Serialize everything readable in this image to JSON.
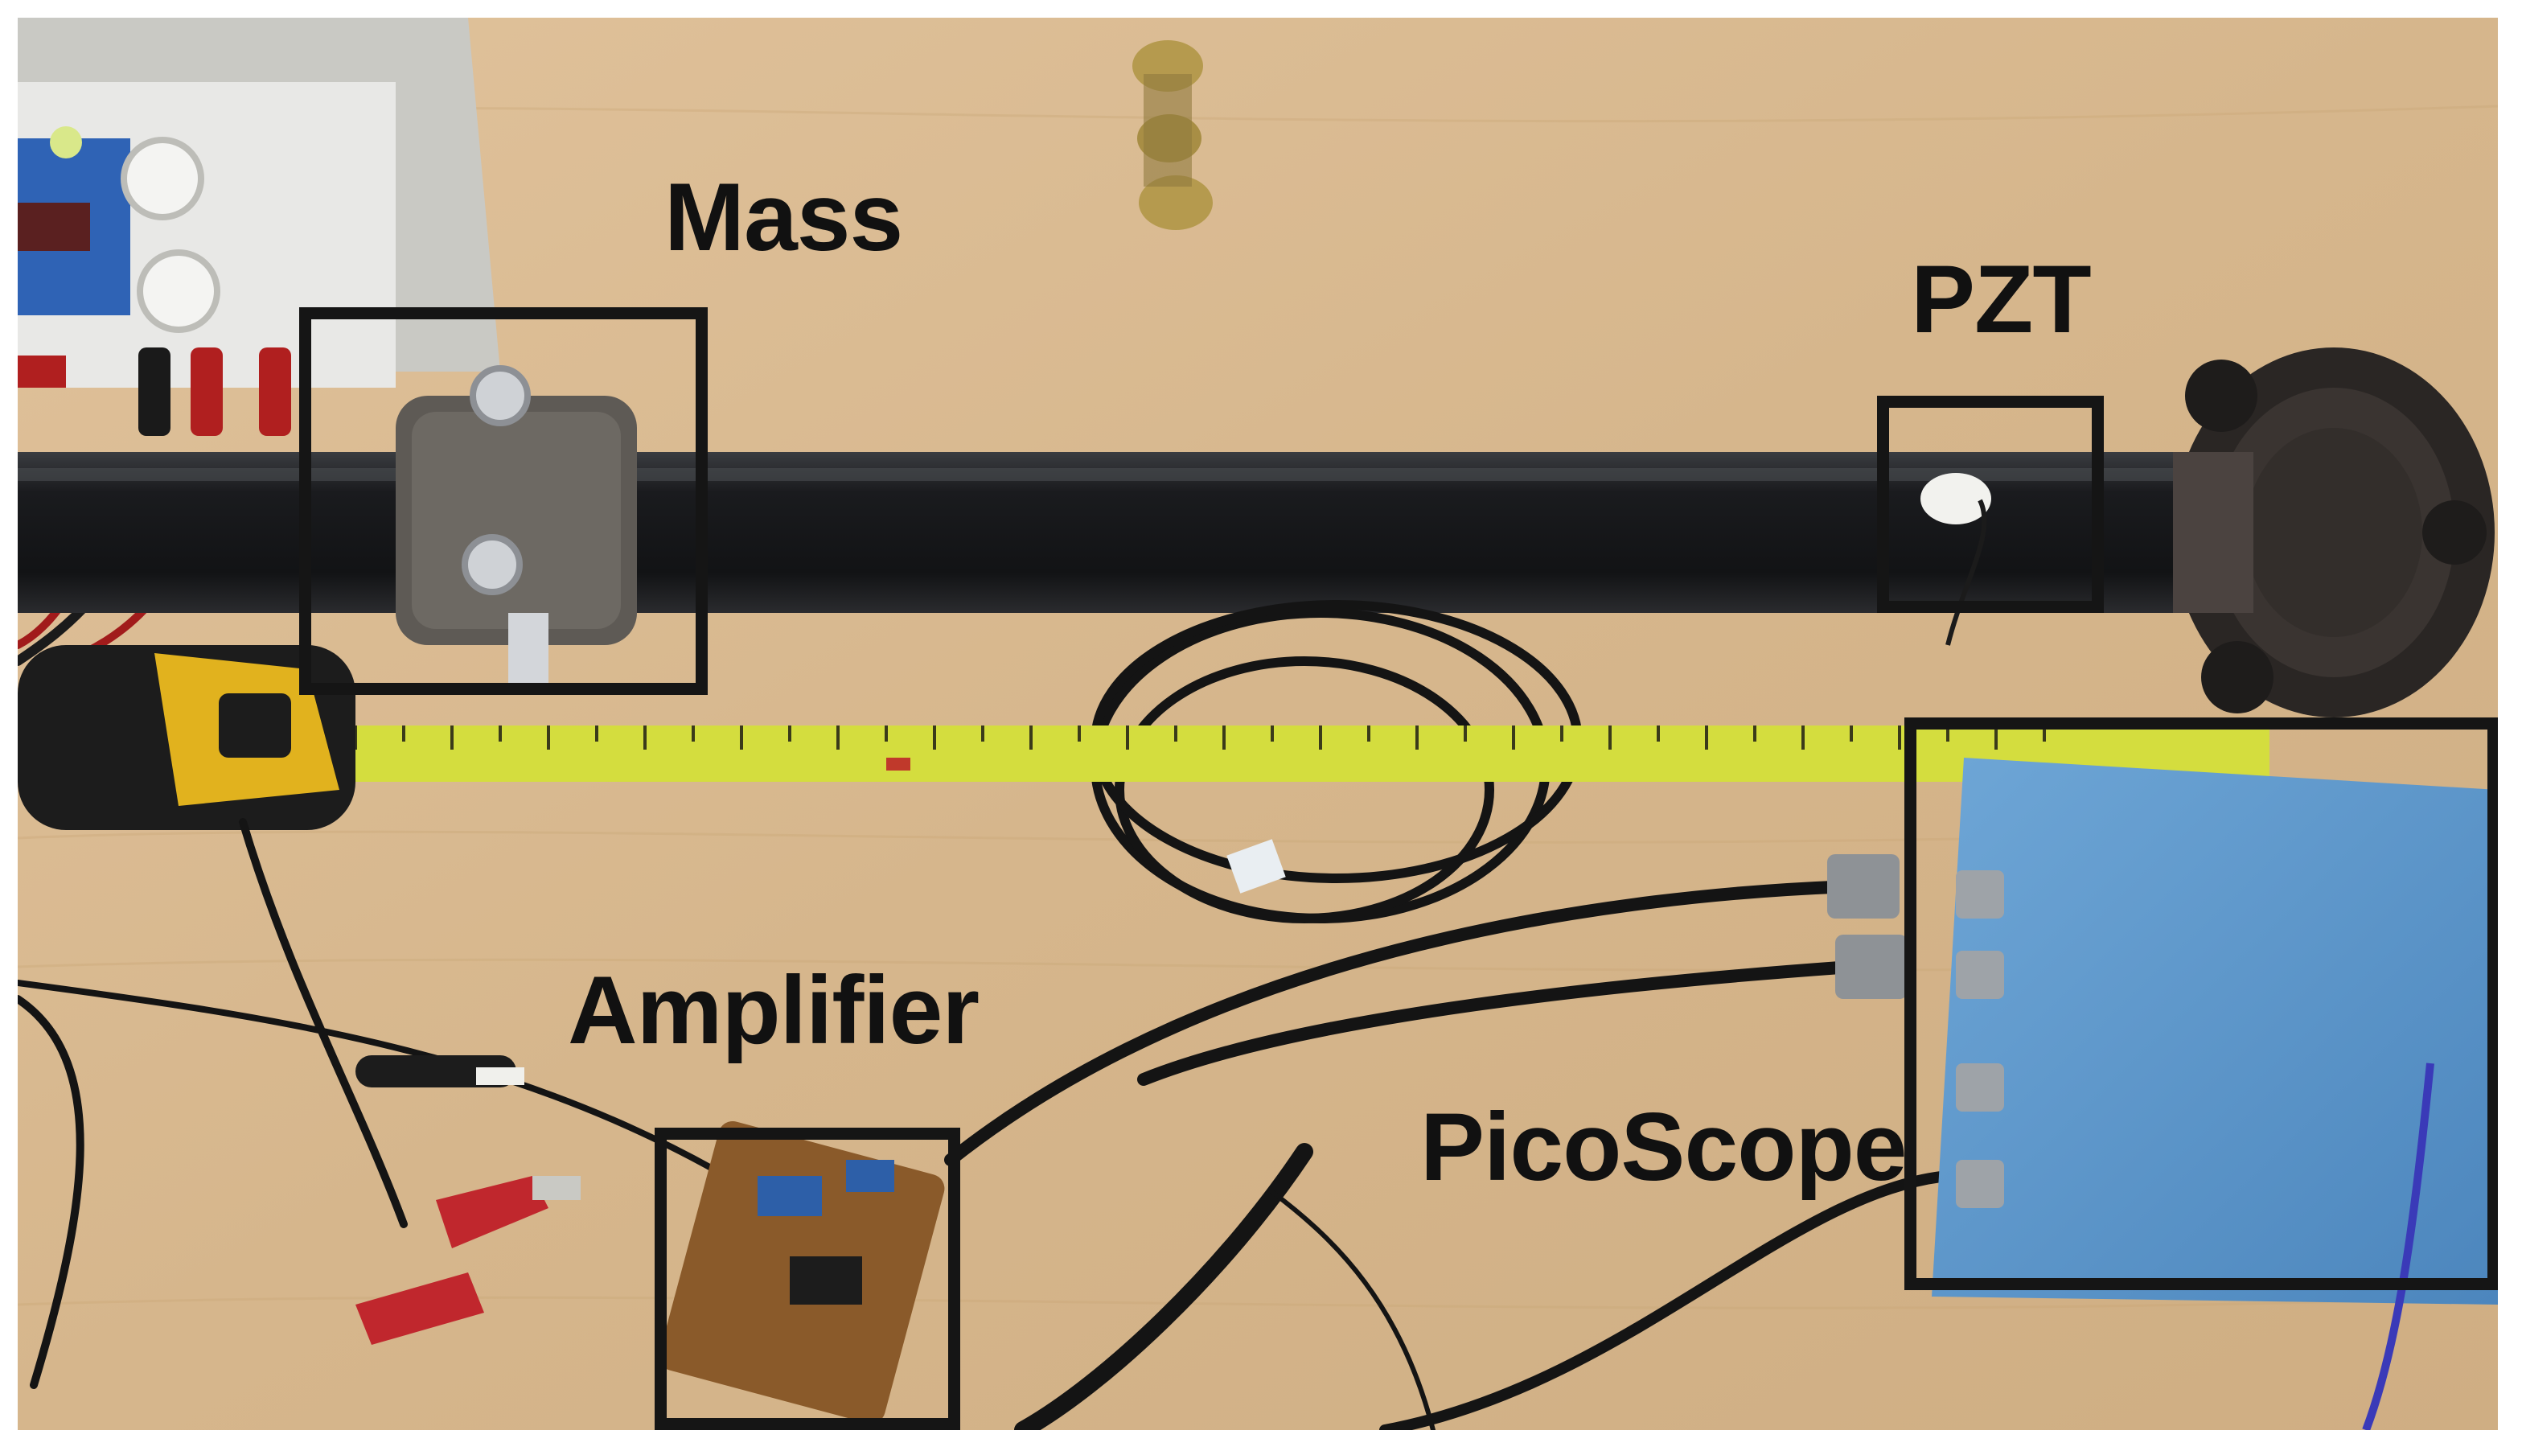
{
  "annotations": {
    "mass": {
      "label": "Mass"
    },
    "pzt": {
      "label": "PZT"
    },
    "amplifier": {
      "label": "Amplifier"
    },
    "picoscope": {
      "label": "PicoScope"
    }
  },
  "colors": {
    "table": "#d9b98f",
    "pipe": "#1c1d20",
    "tape_blade": "#d4dd3e",
    "tape_case": "#e1b21e",
    "picoscope_body": "#5b95c8",
    "pcb": "#8a5a2a",
    "annotation": "#151515"
  }
}
